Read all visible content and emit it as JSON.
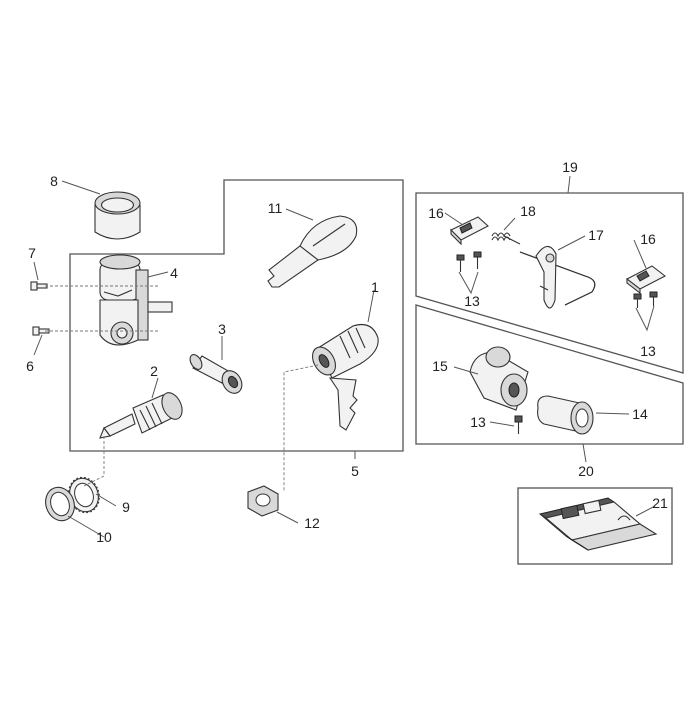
{
  "callouts": {
    "c1": "1",
    "c2": "2",
    "c3": "3",
    "c4": "4",
    "c5": "5",
    "c6": "6",
    "c7": "7",
    "c8": "8",
    "c9": "9",
    "c10": "10",
    "c11": "11",
    "c12": "12",
    "c13a": "13",
    "c13b": "13",
    "c13c": "13",
    "c14": "14",
    "c15": "15",
    "c16a": "16",
    "c16b": "16",
    "c17": "17",
    "c18": "18",
    "c19": "19",
    "c20": "20",
    "c21": "21"
  }
}
